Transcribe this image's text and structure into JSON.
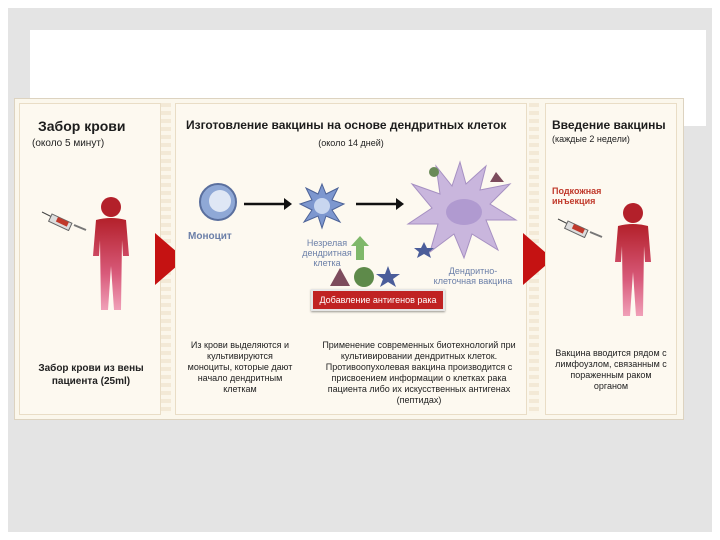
{
  "slide": {
    "background": "#e4e4e4"
  },
  "section1": {
    "title": "Забор крови",
    "subtitle": "(около 5 минут)",
    "caption": "Забор крови из вены пациента (25ml)"
  },
  "section2": {
    "title": "Изготовление вакцины на основе дендритных клеток",
    "subtitle": "(около 14 дней)",
    "monocyte_label": "Моноцит",
    "immature_label": "Незрелая дендритная клетка",
    "vaccine_label": "Дендритно-клеточная вакцина",
    "antigen_banner": "Добавление антигенов рака",
    "caption_left": "Из крови выделяются и культивируются моноциты, которые дают начало дендритным клеткам",
    "caption_right": "Применение современных биотехнологий при культивировании дендритных клеток. Противоопухолевая вакцина производится с присвоением информации о клетках рака пациента либо их искусственных антигенах (пептидах)"
  },
  "section3": {
    "title": "Введение вакцины",
    "subtitle": "(каждые 2 недели)",
    "injection_label": "Подкожная инъекция",
    "caption": "Вакцина вводится рядом с лимфоузлом, связанным с пораженным раком органом"
  },
  "colors": {
    "accent_red": "#c51212",
    "banner_red": "#c02222",
    "cell_purple": "#c9b6dd",
    "monocyte_blue": "#8fa8d6",
    "arrow_green": "#7fb86a"
  },
  "icons": [
    "syringe-icon",
    "person-icon",
    "monocyte-icon",
    "immature-dendritic-cell-icon",
    "dendritic-cell-vaccine-icon",
    "up-arrow-icon",
    "triangle-antigen-icon",
    "circle-antigen-icon",
    "star-antigen-icon",
    "syringe-icon-2",
    "person-icon-2"
  ]
}
